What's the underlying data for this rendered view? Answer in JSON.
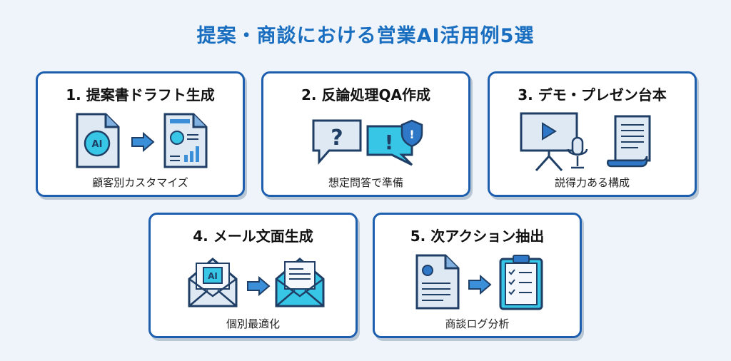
{
  "title": "提案・商談における営業AI活用例5選",
  "cards": [
    {
      "heading": "1. 提案書ドラフト生成",
      "subtitle": "顧客別カスタマイズ",
      "icon_text": "AI"
    },
    {
      "heading": "2. 反論処理QA作成",
      "subtitle": "想定問答で準備"
    },
    {
      "heading": "3. デモ・プレゼン台本",
      "subtitle": "説得力ある構成"
    },
    {
      "heading": "4. メール文面生成",
      "subtitle": "個別最適化",
      "icon_text": "AI"
    },
    {
      "heading": "5. 次アクション抽出",
      "subtitle": "商談ログ分析"
    }
  ],
  "colors": {
    "accent": "#1a6ec0",
    "border": "#1d5fae",
    "icon_fill": "#38c6e6",
    "paper": "#dfe9f4"
  }
}
